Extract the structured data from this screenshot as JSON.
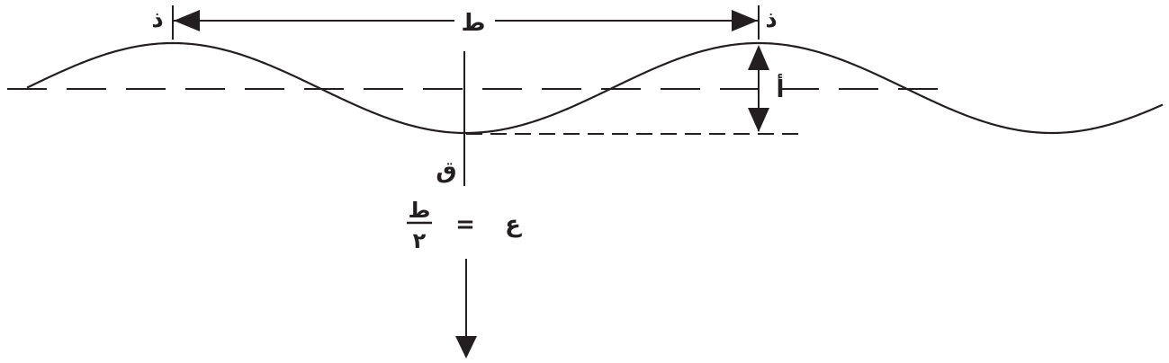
{
  "labels": {
    "crest_left": "ذ",
    "crest_right": "ذ",
    "wavelength": "ط",
    "amplitude": "أ",
    "trough": "ق",
    "depth_symbol": "ع",
    "equals": "=",
    "fraction_numerator": "ط",
    "fraction_denominator": "٢"
  },
  "colors": {
    "ink": "#231f20",
    "background": "#ffffff"
  }
}
